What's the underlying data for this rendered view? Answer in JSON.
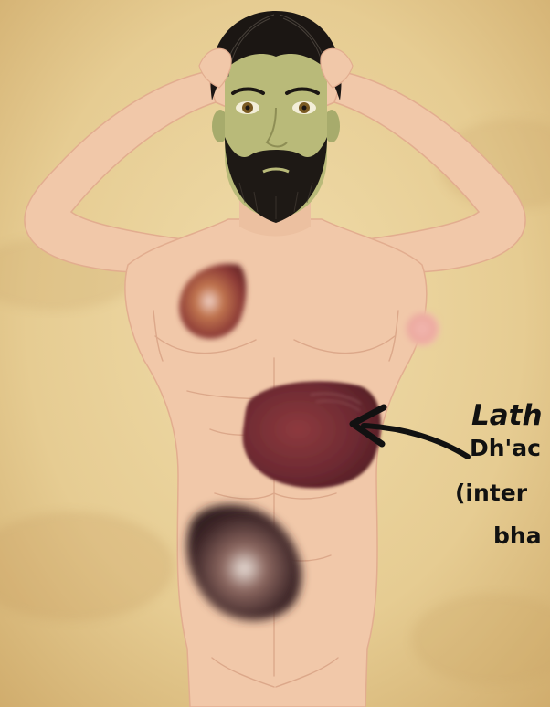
{
  "colors": {
    "background": "#e7cf97",
    "skin": "#f1c8a9",
    "skin_shade": "#e2ad8f",
    "face_tint": "#b7b878",
    "hair": "#1b1613",
    "arrow": "#111111"
  },
  "callout": {
    "line1": "Lath",
    "line2": "Dh'ac",
    "line3": "(inter",
    "line4": "bha"
  },
  "organs": [
    "chest-bruise",
    "shoulder-spot",
    "abdomen-bruise",
    "lower-abdomen-bruise"
  ]
}
